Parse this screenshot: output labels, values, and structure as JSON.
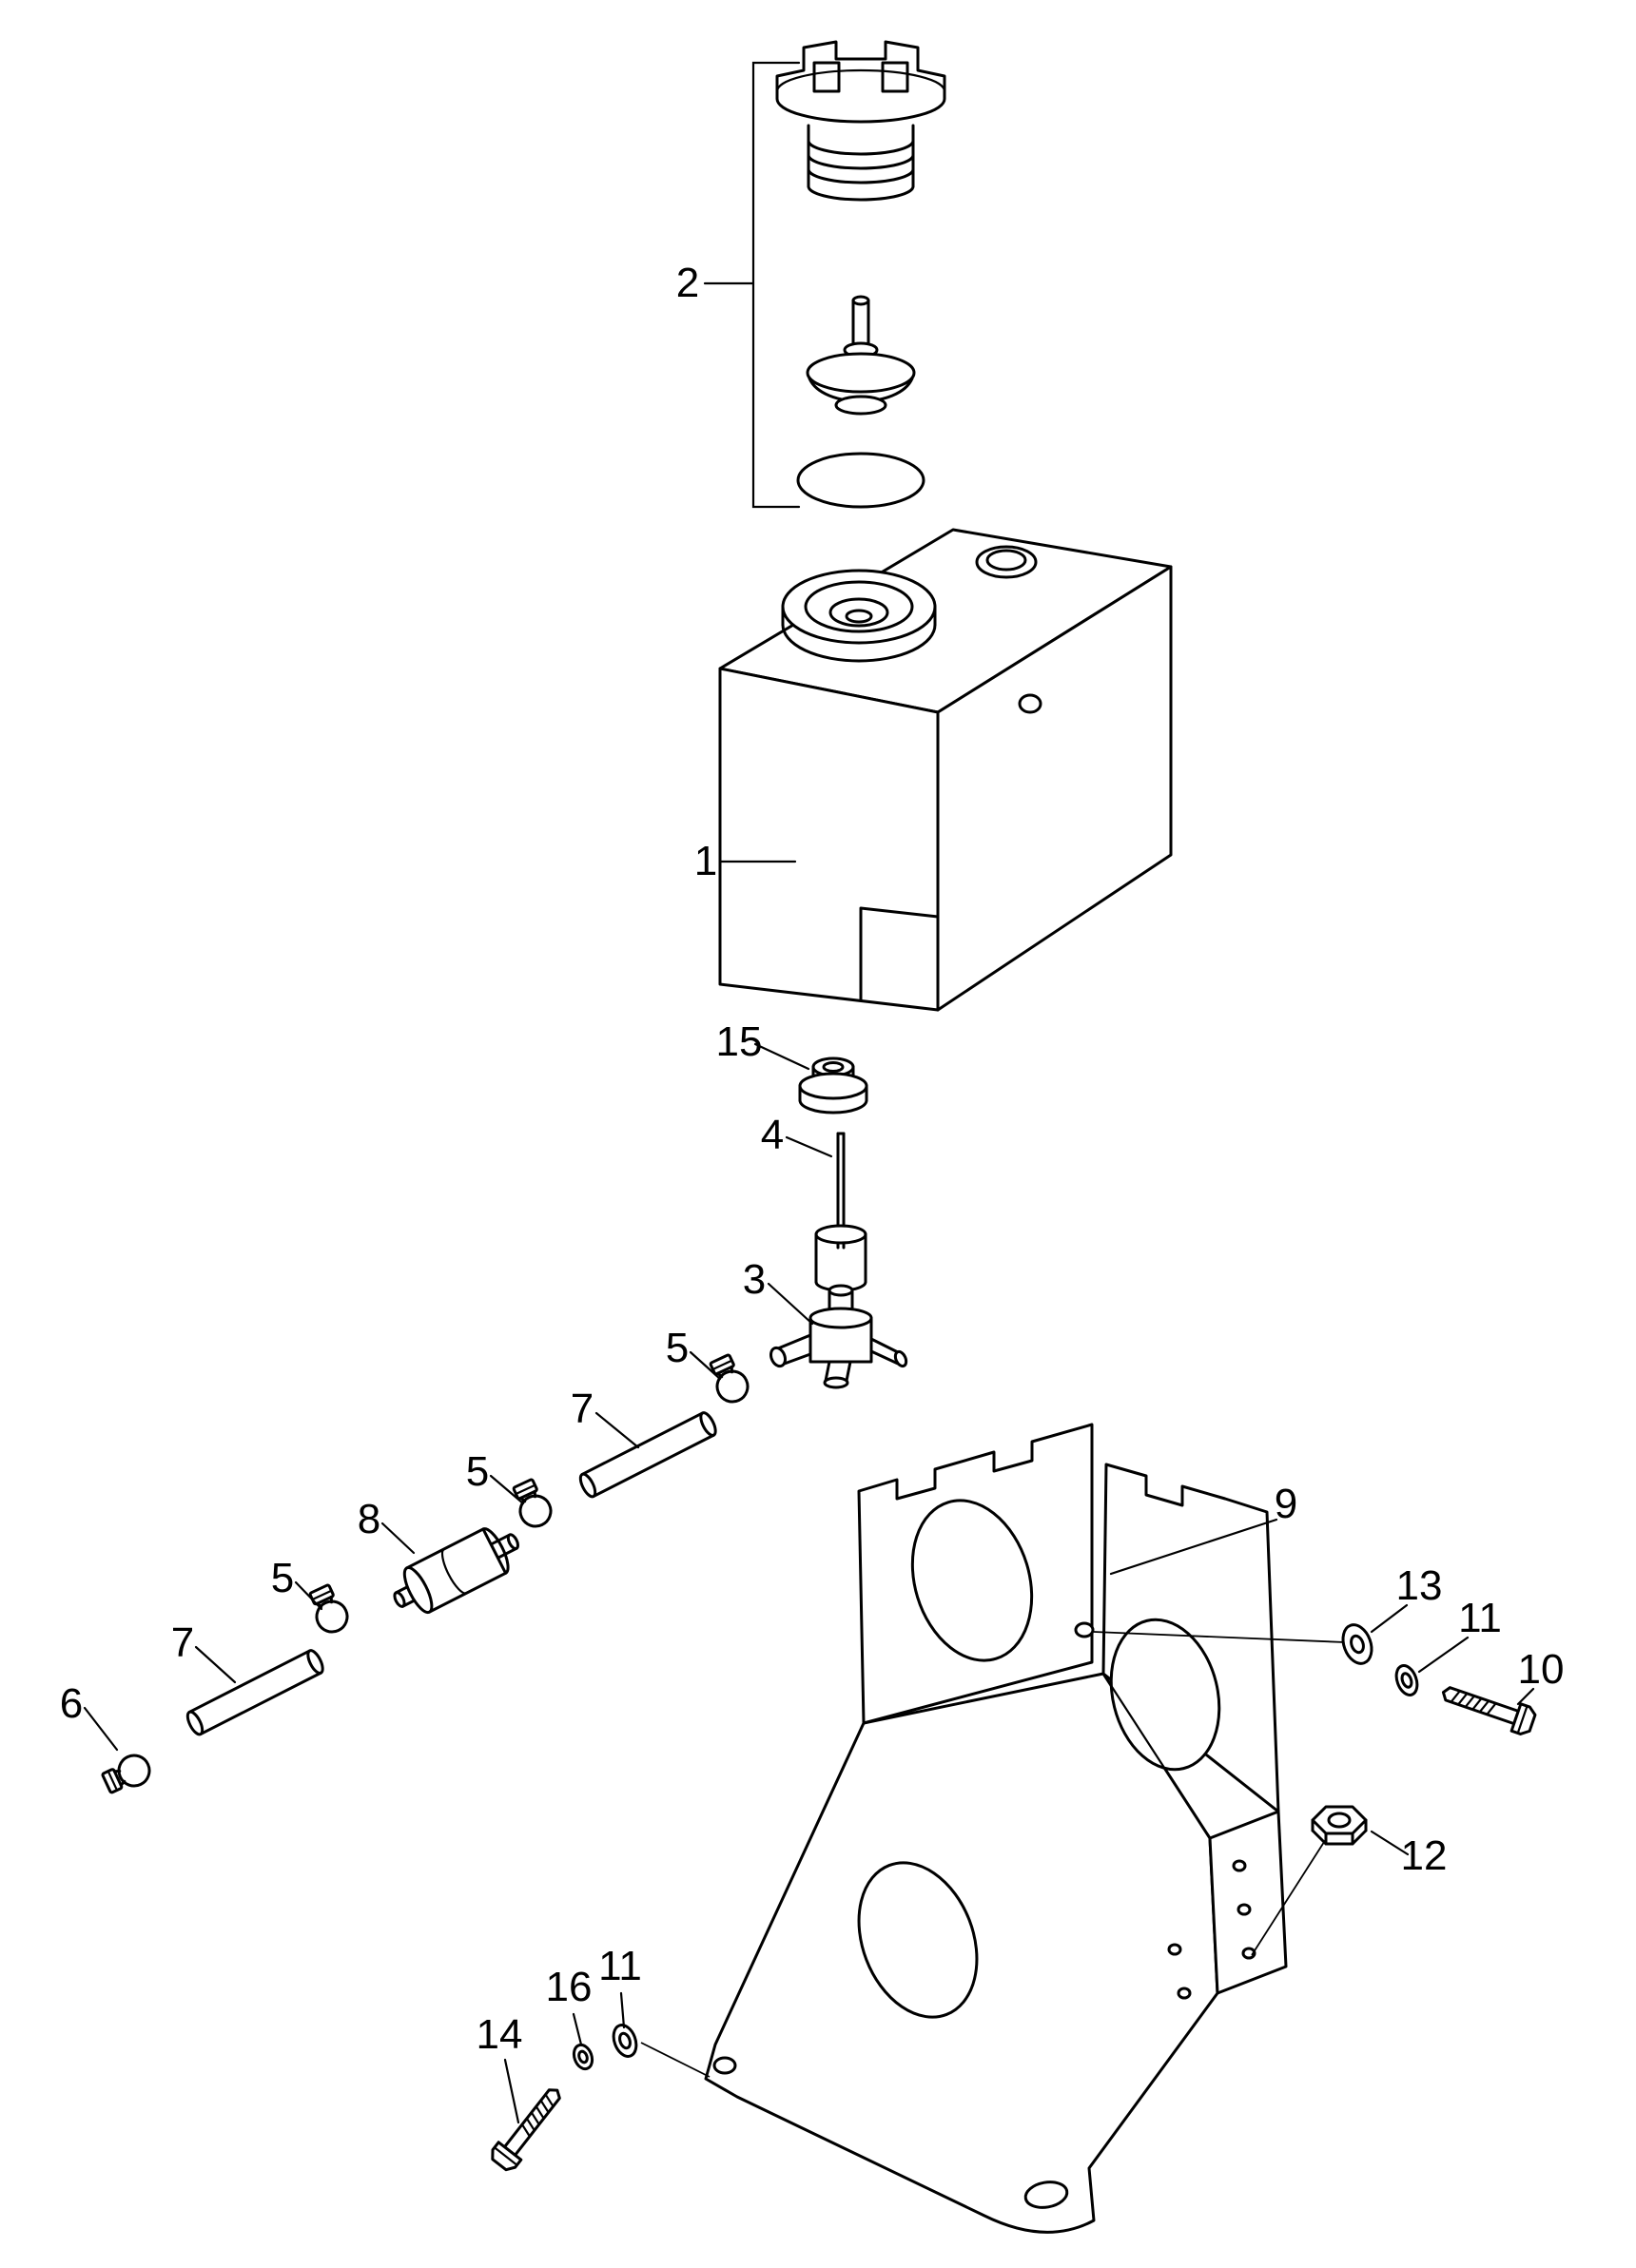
{
  "colors": {
    "line": "#000000",
    "background": "#ffffff"
  },
  "callouts": [
    {
      "label": "2"
    },
    {
      "label": "1"
    },
    {
      "label": "15"
    },
    {
      "label": "4"
    },
    {
      "label": "3"
    },
    {
      "label": "5"
    },
    {
      "label": "7"
    },
    {
      "label": "5"
    },
    {
      "label": "8"
    },
    {
      "label": "5"
    },
    {
      "label": "7"
    },
    {
      "label": "6"
    },
    {
      "label": "9"
    },
    {
      "label": "13"
    },
    {
      "label": "11"
    },
    {
      "label": "10"
    },
    {
      "label": "12"
    },
    {
      "label": "14"
    },
    {
      "label": "16"
    },
    {
      "label": "11"
    }
  ]
}
